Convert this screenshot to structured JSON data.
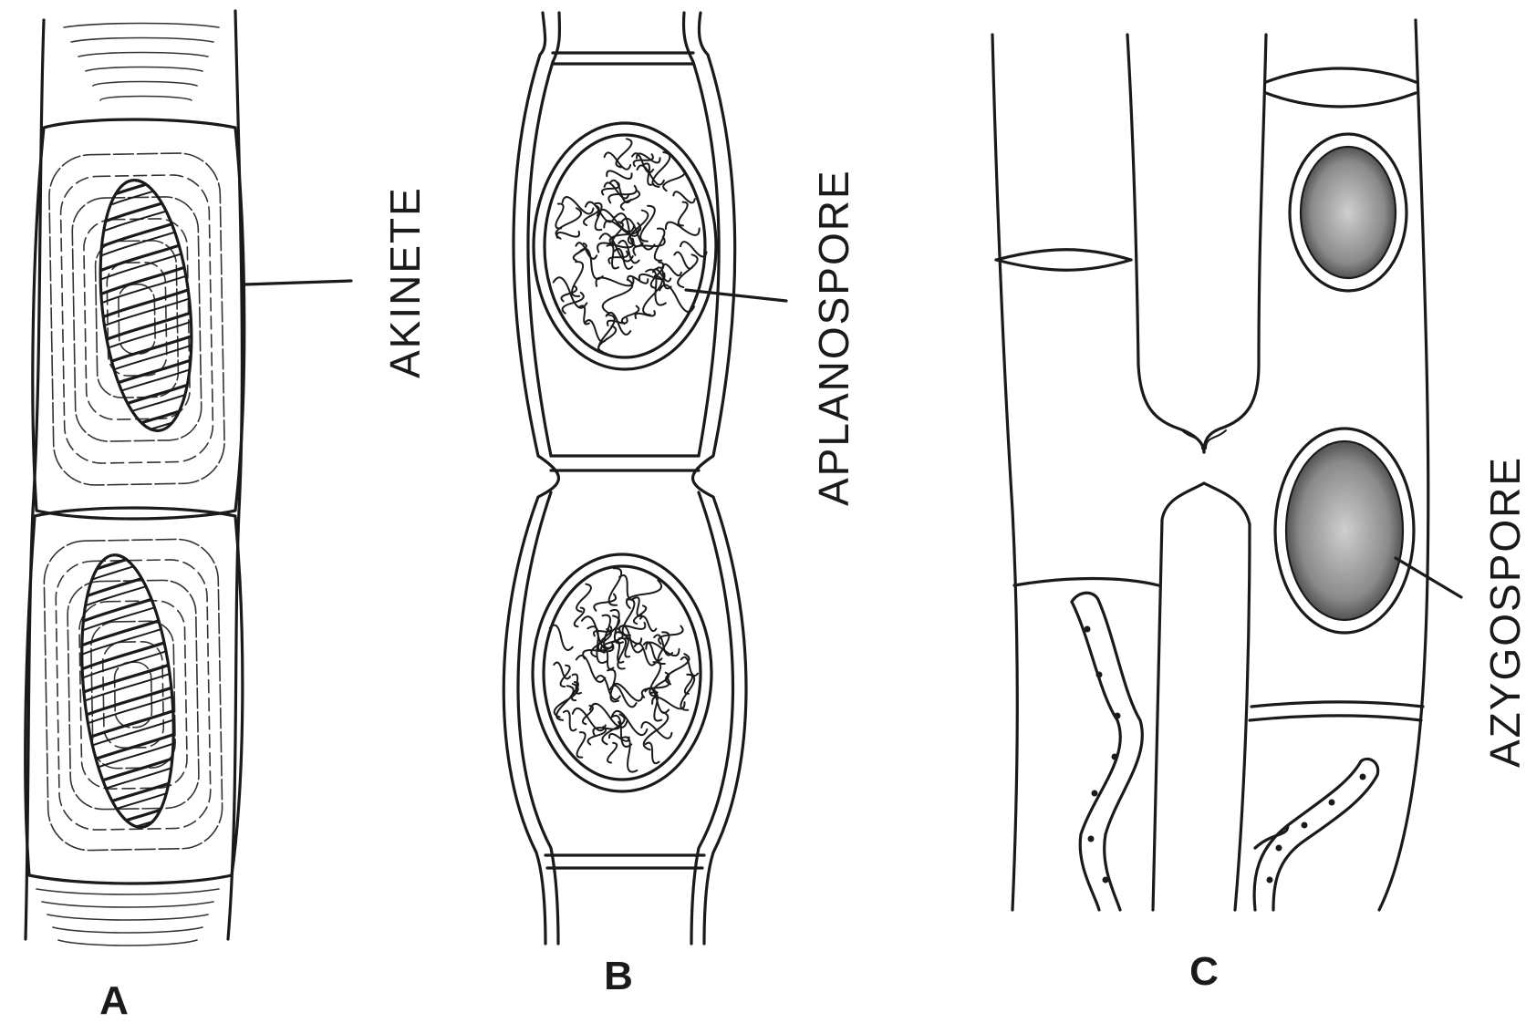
{
  "labels": {
    "akinete": "AKINETE",
    "aplanospore": "APLANOSPORE",
    "azygospore": "AZYGOSPORE"
  },
  "panels": {
    "a": "A",
    "b": "B",
    "c": "C"
  },
  "colors": {
    "ink": "#1a1a1a",
    "background": "#ffffff"
  }
}
